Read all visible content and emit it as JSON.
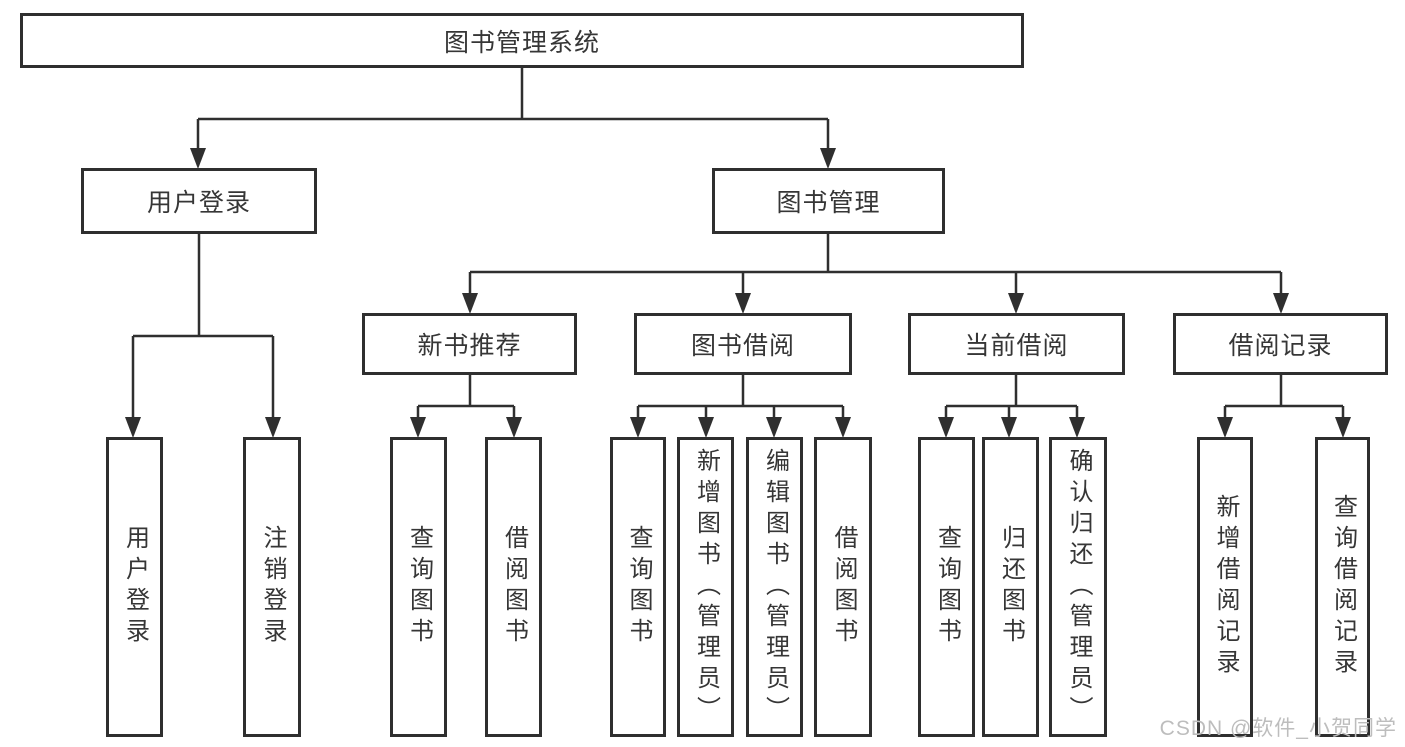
{
  "diagram": {
    "root": {
      "label": "图书管理系统"
    },
    "level2": [
      {
        "label": "用户登录"
      },
      {
        "label": "图书管理"
      }
    ],
    "level3": [
      {
        "label": "新书推荐"
      },
      {
        "label": "图书借阅"
      },
      {
        "label": "当前借阅"
      },
      {
        "label": "借阅记录"
      }
    ],
    "leaves": [
      {
        "label": "用户登录"
      },
      {
        "label": "注销登录"
      },
      {
        "label": "查询图书"
      },
      {
        "label": "借阅图书"
      },
      {
        "label": "查询图书"
      },
      {
        "label": "新增图书（管理员）"
      },
      {
        "label": "编辑图书（管理员）"
      },
      {
        "label": "借阅图书"
      },
      {
        "label": "查询图书"
      },
      {
        "label": "归还图书"
      },
      {
        "label": "确认归还（管理员）"
      },
      {
        "label": "新增借阅记录"
      },
      {
        "label": "查询借阅记录"
      }
    ]
  },
  "watermark": {
    "text": "CSDN @软件_小贺同学"
  },
  "colors": {
    "line": "#2f2f2f",
    "text": "#363636",
    "watermark": "#bdbdbd",
    "background": "#ffffff"
  }
}
